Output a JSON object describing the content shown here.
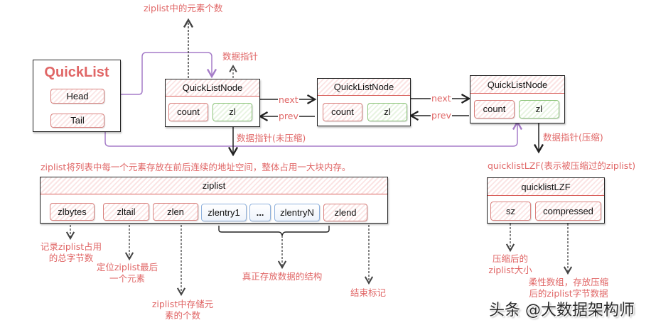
{
  "quicklist": {
    "title": "QuickList",
    "head_label": "Head",
    "tail_label": "Tail"
  },
  "nodes": [
    {
      "title": "QuickListNode",
      "count_label": "count",
      "zl_label": "zl"
    },
    {
      "title": "QuickListNode",
      "count_label": "count",
      "zl_label": "zl"
    },
    {
      "title": "QuickListNode",
      "count_label": "count",
      "zl_label": "zl"
    }
  ],
  "links": {
    "next_label": "next",
    "prev_label": "prev"
  },
  "annotations": {
    "count_desc": "ziplist中的元素个数",
    "data_pointer": "数据指针",
    "data_pointer_uncompressed": "数据指针(未压缩)",
    "data_pointer_compressed": "数据指针(压缩)",
    "ziplist_desc": "ziplist将列表中每一个元素存放在前后连续的地址空间，整体占用一大块内存。",
    "lzf_desc": "quicklistLZF(表示被压缩过的ziplist)",
    "zlbytes_desc_1": "记录ziplist占用",
    "zlbytes_desc_2": "的总字节数",
    "zltail_desc_1": "定位ziplist最后",
    "zltail_desc_2": "一个元素",
    "zllen_desc_1": "ziplist中存储元",
    "zllen_desc_2": "素的个数",
    "entries_desc": "真正存放数据的结构",
    "zlend_desc": "结束标记",
    "sz_desc_1": "压缩后的",
    "sz_desc_2": "ziplist大小",
    "compressed_desc_1": "柔性数组，存放压缩",
    "compressed_desc_2": "后的ziplist字节数据"
  },
  "ziplist": {
    "title": "ziplist",
    "fields": [
      "zlbytes",
      "zltail",
      "zlen",
      "zlentry1",
      "...",
      "zlentryN",
      "zlend"
    ]
  },
  "lzf": {
    "title": "quicklistLZF",
    "fields": [
      "sz",
      "compressed"
    ]
  },
  "watermark": "头条 @大数据架构师",
  "colors": {
    "annotation": "#e06666",
    "pointer_purple": "#a57cc8",
    "border": "#222222"
  }
}
